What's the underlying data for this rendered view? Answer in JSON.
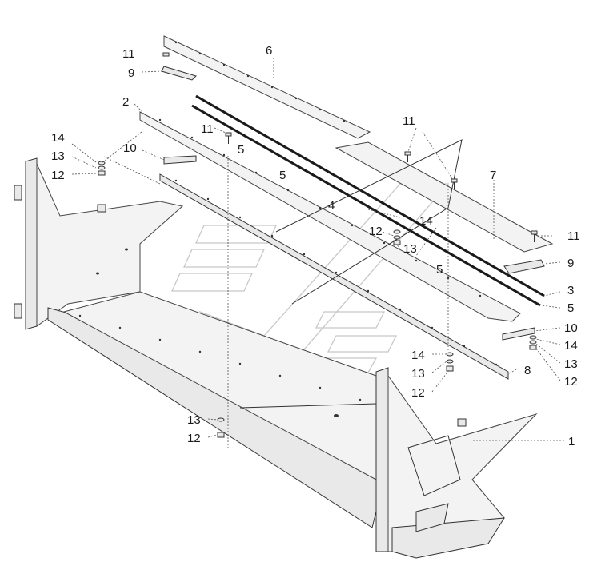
{
  "diagram": {
    "callouts": [
      {
        "id": "c11a",
        "text": "11"
      },
      {
        "id": "c9a",
        "text": "9"
      },
      {
        "id": "c6",
        "text": "6"
      },
      {
        "id": "c2",
        "text": "2"
      },
      {
        "id": "c11b",
        "text": "11"
      },
      {
        "id": "c5a",
        "text": "5"
      },
      {
        "id": "c10a",
        "text": "10"
      },
      {
        "id": "c14a",
        "text": "14"
      },
      {
        "id": "c13a",
        "text": "13"
      },
      {
        "id": "c12a",
        "text": "12"
      },
      {
        "id": "c5b",
        "text": "5"
      },
      {
        "id": "c4",
        "text": "4"
      },
      {
        "id": "c11c",
        "text": "11"
      },
      {
        "id": "c7",
        "text": "7"
      },
      {
        "id": "c14b",
        "text": "14"
      },
      {
        "id": "c12b",
        "text": "12"
      },
      {
        "id": "c13b",
        "text": "13"
      },
      {
        "id": "c11d",
        "text": "11"
      },
      {
        "id": "c9b",
        "text": "9"
      },
      {
        "id": "c5c",
        "text": "5"
      },
      {
        "id": "c3",
        "text": "3"
      },
      {
        "id": "c5d",
        "text": "5"
      },
      {
        "id": "c10b",
        "text": "10"
      },
      {
        "id": "c14c",
        "text": "14"
      },
      {
        "id": "c13c",
        "text": "13"
      },
      {
        "id": "c12c",
        "text": "12"
      },
      {
        "id": "c14d",
        "text": "14"
      },
      {
        "id": "c13d",
        "text": "13"
      },
      {
        "id": "c12d",
        "text": "12"
      },
      {
        "id": "c8",
        "text": "8"
      },
      {
        "id": "c13e",
        "text": "13"
      },
      {
        "id": "c12e",
        "text": "12"
      },
      {
        "id": "c1",
        "text": "1"
      }
    ]
  },
  "colors": {
    "line": "#333333",
    "fill": "#e9e9e9",
    "watermark": "#c8c8c8"
  }
}
